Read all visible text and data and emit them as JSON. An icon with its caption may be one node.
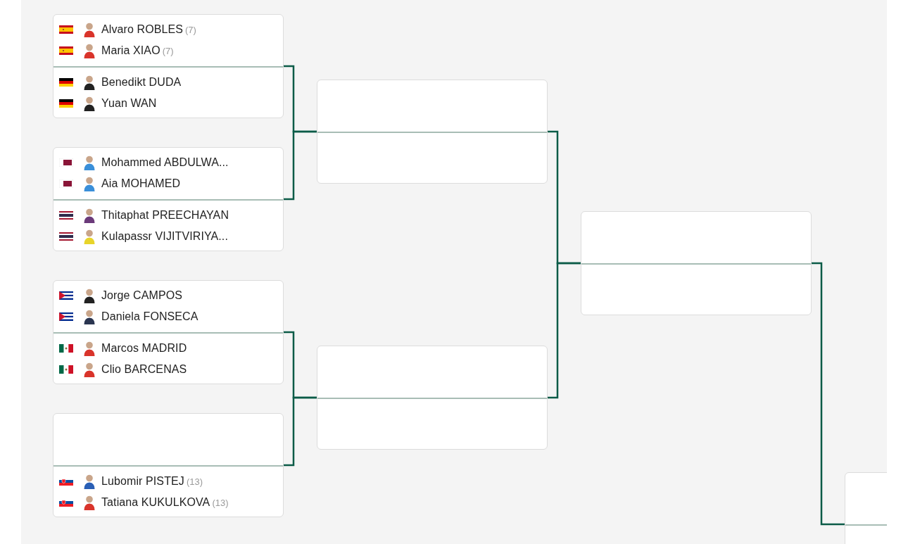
{
  "diagram": {
    "nodes": [
      {
        "text": [],
        "shape": "box"
      },
      {
        "text": [
          "Alvaro ROBLES",
          "(7)",
          "Maria XIAO",
          "(7)"
        ],
        "in": 0
      },
      {
        "text": [
          "Benedikt DUDA",
          "Yuan WAN"
        ],
        "in": 0
      },
      {
        "text": [],
        "shape": "box"
      },
      {
        "text": [
          "Mohammed ABDULWA...",
          "Aia MOHAMED"
        ],
        "in": 3
      },
      {
        "text": [
          "Thitaphat PREECHAYAN",
          "Kulapassr VIJITVIRIYA..."
        ],
        "in": 3
      },
      {
        "text": [],
        "shape": "box"
      },
      {
        "text": [
          "Jorge CAMPOS",
          "Daniela FONSECA"
        ],
        "in": 6
      },
      {
        "text": [
          "Marcos MADRID",
          "Clio BARCENAS"
        ],
        "in": 6
      },
      {
        "text": [],
        "shape": "box"
      },
      {
        "text": [
          "Lubomir PISTEJ",
          "(13)",
          "Tatiana KUKULKOVA",
          "(13)"
        ],
        "in": 9
      },
      {
        "text": [],
        "shape": "box"
      },
      {
        "text": [],
        "shape": "box"
      },
      {
        "text": [],
        "shape": "box"
      },
      {
        "text": [],
        "shape": "box"
      }
    ],
    "edges": [
      {
        "from": 0,
        "to": 11,
        "arrow": "none"
      },
      {
        "from": 3,
        "to": 11,
        "arrow": "none"
      },
      {
        "from": 6,
        "to": 12,
        "arrow": "none"
      },
      {
        "from": 9,
        "to": 12,
        "arrow": "none"
      },
      {
        "from": 11,
        "to": 13,
        "arrow": "none"
      },
      {
        "from": 12,
        "to": 13,
        "arrow": "none"
      },
      {
        "from": 13,
        "to": 14,
        "arrow": "none"
      }
    ]
  }
}
